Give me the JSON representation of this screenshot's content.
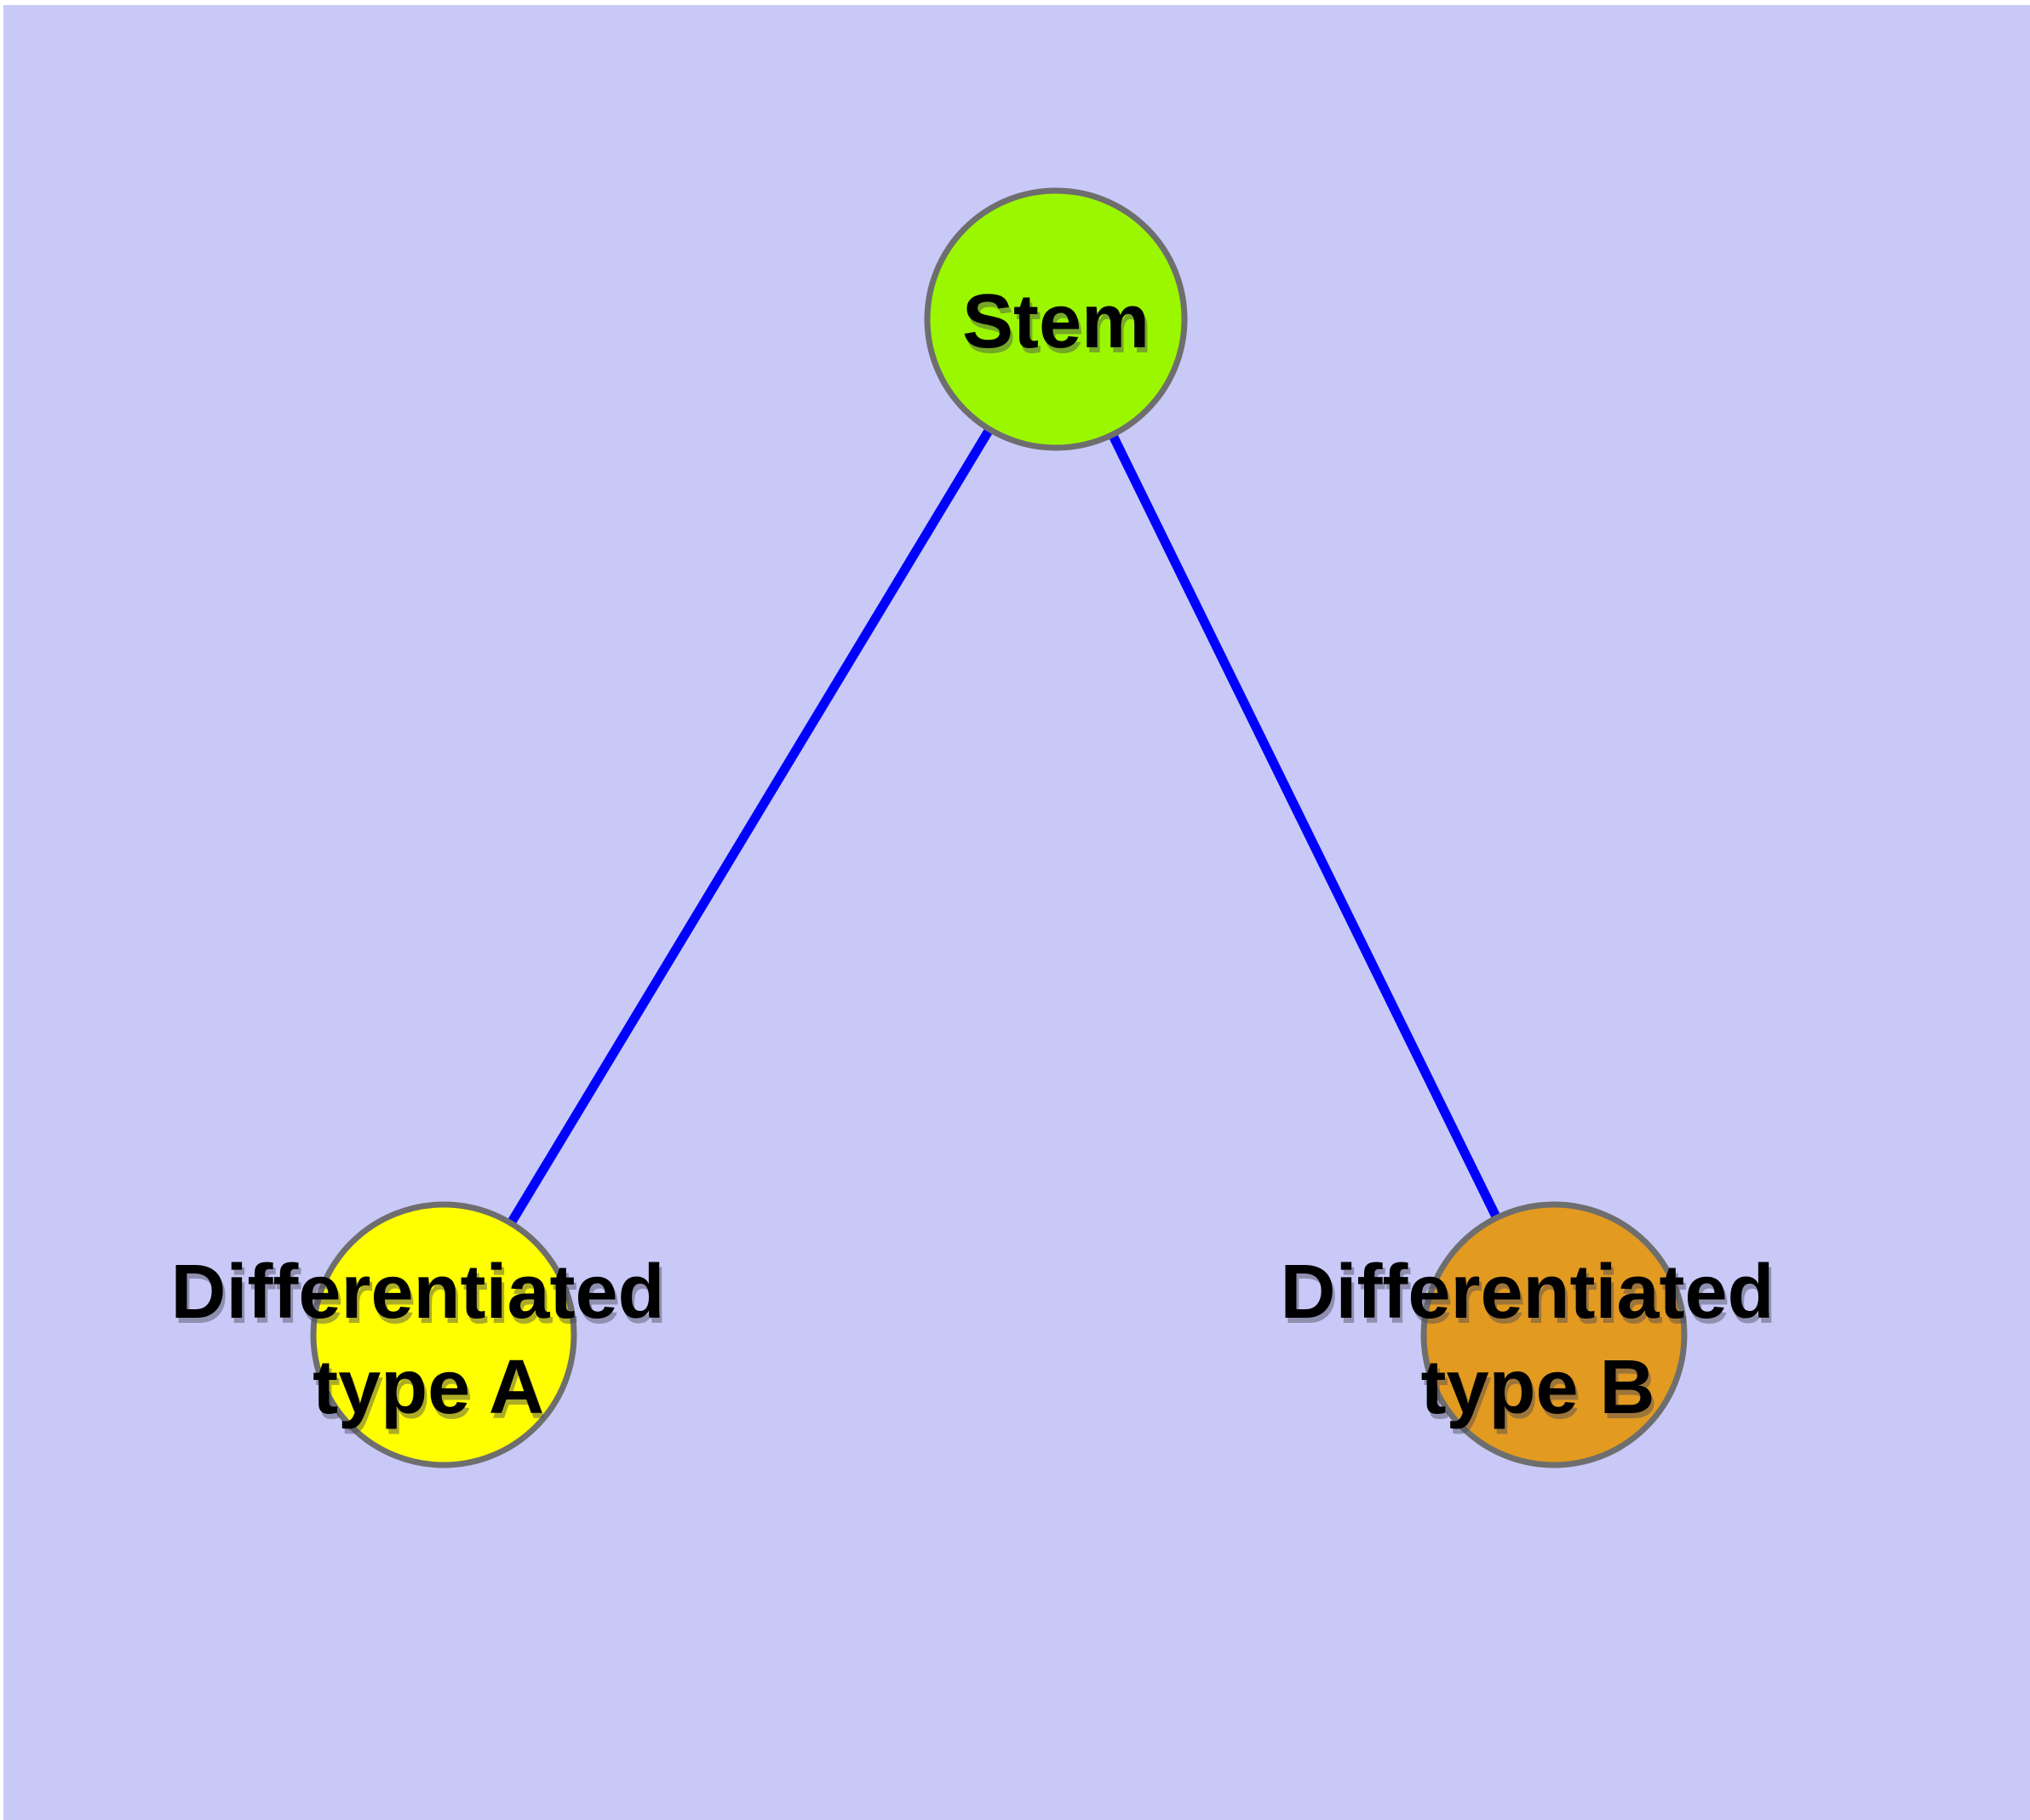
{
  "diagram": {
    "type": "graph",
    "description": "Cell differentiation hierarchy: a Stem node linked to two differentiated cell type nodes",
    "colors": {
      "background": "#c9c9f8",
      "page_margin": "#ffffff",
      "edge": "#0000ff",
      "node_border": "#6e6e6e",
      "label": "#000000",
      "label_shadow": "#4a4a5a",
      "stem_fill": "#9bf700",
      "type_a_fill": "#ffff00",
      "type_b_fill": "#e29a20"
    },
    "nodes": [
      {
        "id": "stem",
        "label_lines": [
          "Stem"
        ],
        "fill": "#9bf700"
      },
      {
        "id": "type-a",
        "label_lines": [
          "Differentiated",
          "type A"
        ],
        "fill": "#ffff00"
      },
      {
        "id": "type-b",
        "label_lines": [
          "Differentiated",
          "type B"
        ],
        "fill": "#e29a20"
      }
    ],
    "edges": [
      {
        "from": "stem",
        "to": "type-a"
      },
      {
        "from": "stem",
        "to": "type-b"
      }
    ]
  }
}
